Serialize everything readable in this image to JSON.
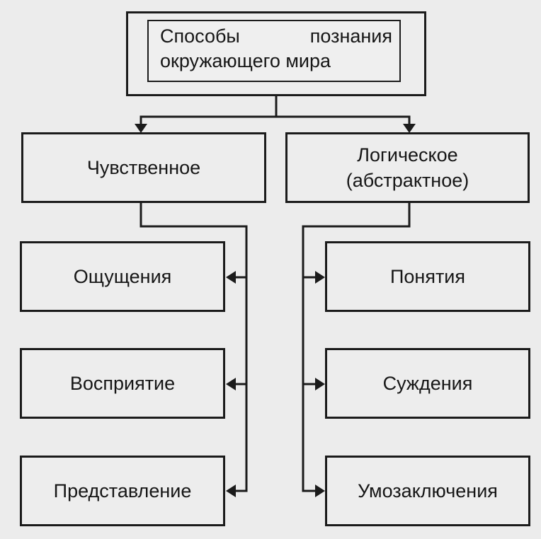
{
  "diagram": {
    "root": {
      "line1_left": "Способы",
      "line1_right": "познания",
      "line2": "окружающего мира"
    },
    "branches": [
      {
        "label": "Чувственное",
        "items": [
          "Ощущения",
          "Восприятие",
          "Представление"
        ]
      },
      {
        "label": "Логическое\n(абстрактное)",
        "items": [
          "Понятия",
          "Суждения",
          "Умозаключения"
        ]
      }
    ]
  }
}
